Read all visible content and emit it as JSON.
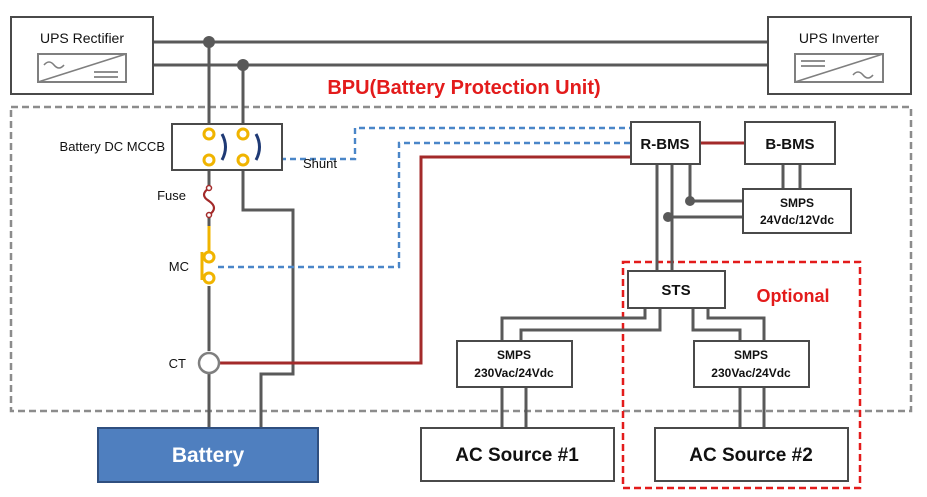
{
  "title": "BPU(Battery Protection Unit)",
  "optional_label": "Optional",
  "colors": {
    "title": "#e31b1b",
    "optional_border": "#e31b1b",
    "battery_fill": "#4f7fbf",
    "signal_wire_red": "#a32a2a",
    "signal_wire_blue": "#4a86c8",
    "power_wire": "#595959",
    "contact": "#f0b400",
    "breaker_arc": "#1f3a75"
  },
  "boxes": {
    "ups_rectifier": "UPS Rectifier",
    "ups_inverter": "UPS Inverter",
    "rbms": "R-BMS",
    "bbms": "B-BMS",
    "smps_dc_line1": "SMPS",
    "smps_dc_line2": "24Vdc/12Vdc",
    "sts": "STS",
    "smps1_line1": "SMPS",
    "smps1_line2": "230Vac/24Vdc",
    "smps2_line1": "SMPS",
    "smps2_line2": "230Vac/24Vdc",
    "ac_source_1": "AC Source #1",
    "ac_source_2": "AC Source #2",
    "battery": "Battery"
  },
  "labels": {
    "mccb": "Battery DC MCCB",
    "shunt": "Shunt",
    "fuse": "Fuse",
    "mc": "MC",
    "ct": "CT"
  },
  "icons": [
    "rectifier-symbol-icon",
    "inverter-symbol-icon",
    "fuse-icon",
    "ct-sensor-icon"
  ]
}
